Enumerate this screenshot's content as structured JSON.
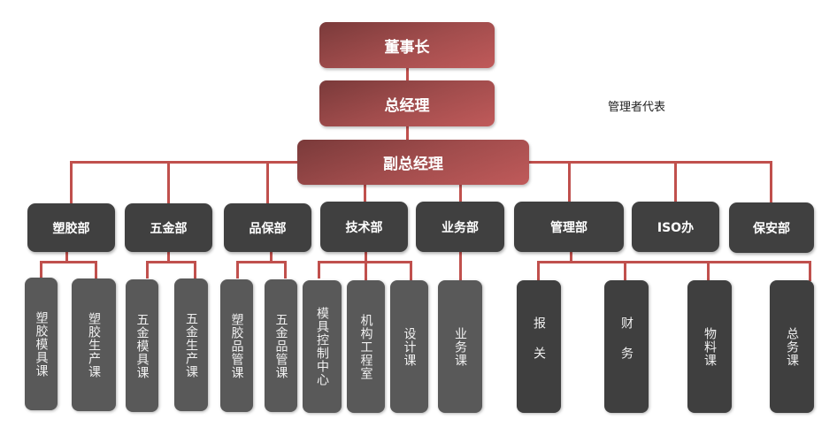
{
  "title": "组织架构图",
  "colors": {
    "connector": "#c0504d",
    "executive": "#a04c4c",
    "department": "#404040",
    "section_light": "#595959",
    "section_dark": "#3f3f3f"
  },
  "executives": {
    "chairman": "董事长",
    "general_manager": "总经理",
    "deputy_general_manager": "副总经理"
  },
  "annotation": "管理者代表",
  "departments": [
    {
      "name": "塑胶部",
      "sections": [
        "塑胶模具课",
        "塑胶生产课"
      ]
    },
    {
      "name": "五金部",
      "sections": [
        "五金模具课",
        "五金生产课"
      ]
    },
    {
      "name": "品保部",
      "sections": [
        "塑胶品管课",
        "五金品管课"
      ]
    },
    {
      "name": "技术部",
      "sections": [
        "模具控制中心",
        "机构工程室",
        "设计课"
      ]
    },
    {
      "name": "业务部",
      "sections": [
        "业务课"
      ]
    },
    {
      "name": "管理部",
      "sections": [
        "报关",
        "财务",
        "物料课",
        "总务课"
      ]
    },
    {
      "name": "ISO办",
      "sections": []
    },
    {
      "name": "保安部",
      "sections": []
    }
  ]
}
